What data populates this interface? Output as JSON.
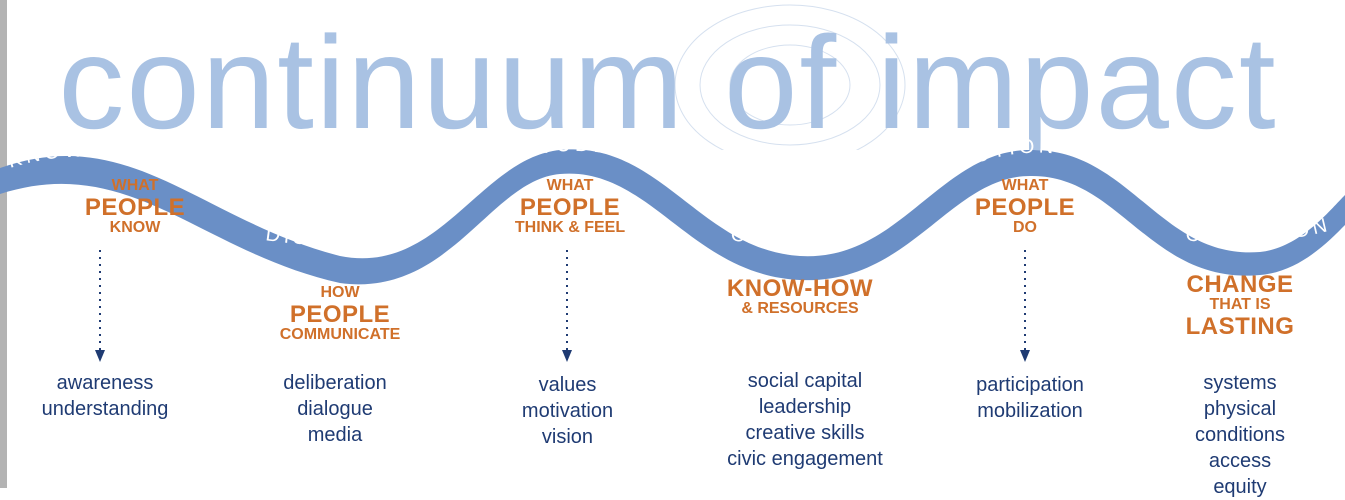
{
  "title": "continuum of impact",
  "wave_labels": [
    "KNOWLEDGE",
    "DISCOURSE",
    "ATTITUDES",
    "CAPACITY",
    "ACTION",
    "CONDITIONS"
  ],
  "columns": [
    {
      "small1": "WHAT",
      "big": "PEOPLE",
      "small2": "KNOW",
      "items": [
        "awareness",
        "understanding"
      ]
    },
    {
      "small1": "HOW",
      "big": "PEOPLE",
      "small2": "COMMUNICATE",
      "items": [
        "deliberation",
        "dialogue",
        "media"
      ]
    },
    {
      "small1": "WHAT",
      "big": "PEOPLE",
      "small2": "THINK & FEEL",
      "items": [
        "values",
        "motivation",
        "vision"
      ]
    },
    {
      "big": "KNOW-HOW",
      "small2": "& RESOURCES",
      "items": [
        "social capital",
        "leadership",
        "creative skills",
        "civic engagement"
      ]
    },
    {
      "small1": "WHAT",
      "big": "PEOPLE",
      "small2": "DO",
      "items": [
        "participation",
        "mobilization"
      ]
    },
    {
      "big": "CHANGE",
      "small1": "THAT IS",
      "big2": "LASTING",
      "items": [
        "systems",
        "physical",
        "conditions",
        "access",
        "equity"
      ]
    }
  ],
  "colors": {
    "wave": "#6a8fc6",
    "title": "#a9c2e3",
    "accent": "#d0702a",
    "text": "#1f3b73"
  }
}
